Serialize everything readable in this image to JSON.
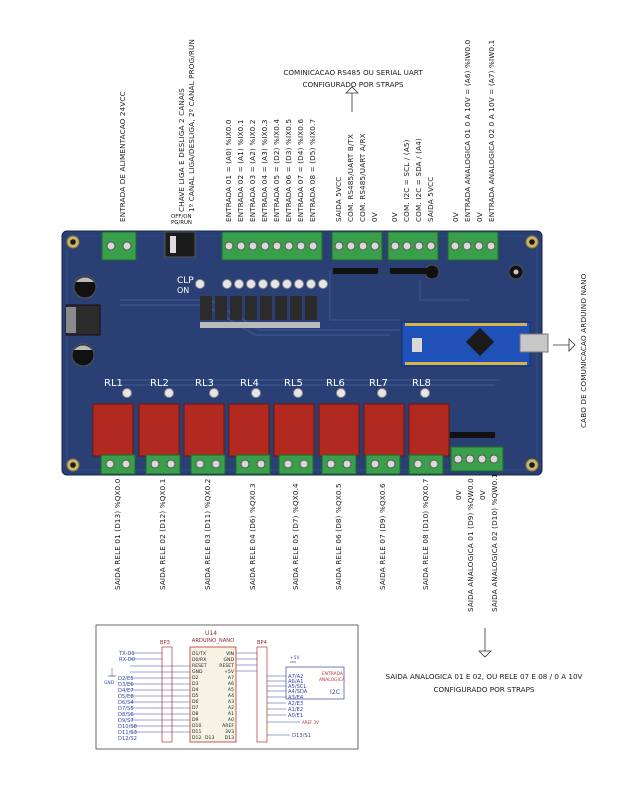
{
  "top_labels": {
    "power": "ENTRADA DE ALIMENTACAO 24VCC",
    "switch_1": "CHAVE LIGA E DESLIGA 2 CANAIS",
    "switch_2": "1º CANAL LIGA/DESLIGA, 2º CANAL PROG/RUN",
    "inputs": [
      "ENTRADA 01 = (A0) %IX0.0",
      "ENTRADA 02 = (A1) %IX0.1",
      "ENTRADA 03 = (A2) %IX0.2",
      "ENTRADA 04 = (A3) %IX0.3",
      "ENTRADA 05 = (D2) %IX0.4",
      "ENTRADA 06 = (D3) %IX0.5",
      "ENTRADA 07 = (D4) %IX0.6",
      "ENTRADA 08 = (D5) %IX0.7"
    ],
    "comm": [
      "SAIDA 5VCC",
      "COM. RS485/UART B/TX",
      "COM. RS485/UART A/RX",
      "0V"
    ],
    "i2c": [
      "0V",
      "COM. I2C = SCL / (A5)",
      "COM. I2C = SDA / (A4)",
      "SAIDA 5VCC"
    ],
    "analog_in": [
      "0V",
      "ENTRADA ANALOGICA 01 0 A 10V = (A6) %IW0.0",
      "0V",
      "ENTRADA ANALOGICA 02 0 A 10V = (A7) %IW0.1"
    ]
  },
  "comm_note": [
    "COMINICACAO RS485 OU SERIAL UART",
    "CONFIGURADO POR STRAPS"
  ],
  "usb_note": "CABO DE COMUNICACAO ARDUINO NANO",
  "board": {
    "switch_label_1": "OFF/ON",
    "switch_label_2": "PG/RUN",
    "clp": "CLP",
    "on": "ON",
    "relays": [
      "RL1",
      "RL2",
      "RL3",
      "RL4",
      "RL5",
      "RL6",
      "RL7",
      "RL8"
    ]
  },
  "bottom_labels": {
    "relays": [
      "SAIDA RELE 01 (D13) %QX0.0",
      "SAIDA RELE 02 (D12) %QX0.1",
      "SAIDA RELE 03 (D11) %QX0.2",
      "SAIDA RELE 04 (D6) %QX0.3",
      "SAIDA RELE 05 (D7) %QX0.4",
      "SAIDA RELE 06 (D8) %QX0.5",
      "SAIDA RELE 07 (D9) %QX0.6",
      "SAIDA RELE 08 (D10) %QX0.7"
    ],
    "analog_out": [
      "0V",
      "SAIDA ANALOGICA 01 (D9) %QW0.0",
      "0V",
      "SAIDA ANALOGICA 02 (D10) %QW0.1"
    ]
  },
  "analog_note": [
    "SAIDA ANALOGICA 01 E 02, OU RELE 07 E 08 / 0 A 10V",
    "CONFIGURADO POR STRAPS"
  ],
  "schematic": {
    "u14": "U14",
    "nano": "ARDUINO_NANO",
    "bp3": "BP3",
    "bp4": "BP4",
    "left_net": [
      "TX-D1",
      "RX-D0"
    ],
    "gnd": "GND",
    "vcc": "+5V",
    "left_pins": [
      "D1/TX",
      "D0/RX",
      "RESET",
      "GND",
      "D2",
      "D3",
      "D4",
      "D5",
      "D6",
      "D7",
      "D8",
      "D9",
      "D10",
      "D11",
      "D12",
      "D13"
    ],
    "right_pins": [
      "VIN",
      "GND",
      "RESET",
      "+5V",
      "A7",
      "A6",
      "A5",
      "A4",
      "A3",
      "A2",
      "A1",
      "A0",
      "AREF",
      "3V3",
      "D13"
    ],
    "left_ports": [
      "D2/E5",
      "D3/E6",
      "D4/E7",
      "D5/E8",
      "D6/S4",
      "D7/S5",
      "D8/S6",
      "D9/S7",
      "D10/S8",
      "D11/S3",
      "D12/S2"
    ],
    "right_ports": [
      "A7/A2",
      "A6/A1",
      "A5/SCL",
      "A4/SDA",
      "A3/E4",
      "A2/E3",
      "A1/E2",
      "A0/E1"
    ],
    "bottom_port": "D13/S1",
    "box_1": "ENTRADA",
    "box_2": "ANALOGICA",
    "i2c": "I2C",
    "aref": "AREF 3V"
  }
}
